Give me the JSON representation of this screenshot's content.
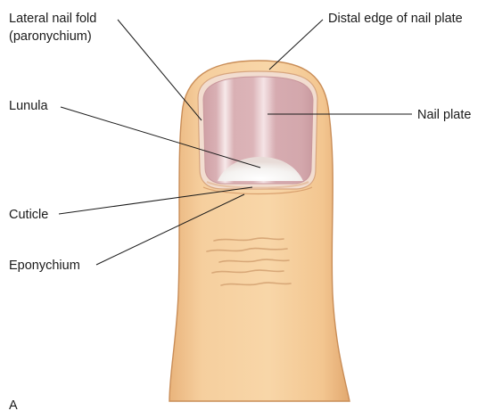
{
  "labels": {
    "lateral_nail_fold_line1": "Lateral nail fold",
    "lateral_nail_fold_line2": "(paronychium)",
    "distal_edge": "Distal edge of nail plate",
    "lunula": "Lunula",
    "nail_plate": "Nail plate",
    "cuticle": "Cuticle",
    "eponychium": "Eponychium",
    "panel_letter": "A"
  },
  "colors": {
    "skin": "#f6cf9e",
    "skin_outline": "#c98d57",
    "skin_shade": "#e9b47c",
    "nail_plate": "#d9b0b4",
    "nail_highlight": "#f7e9ea",
    "lunula": "#f4f2f0",
    "nail_rim": "#f2ddd0"
  }
}
